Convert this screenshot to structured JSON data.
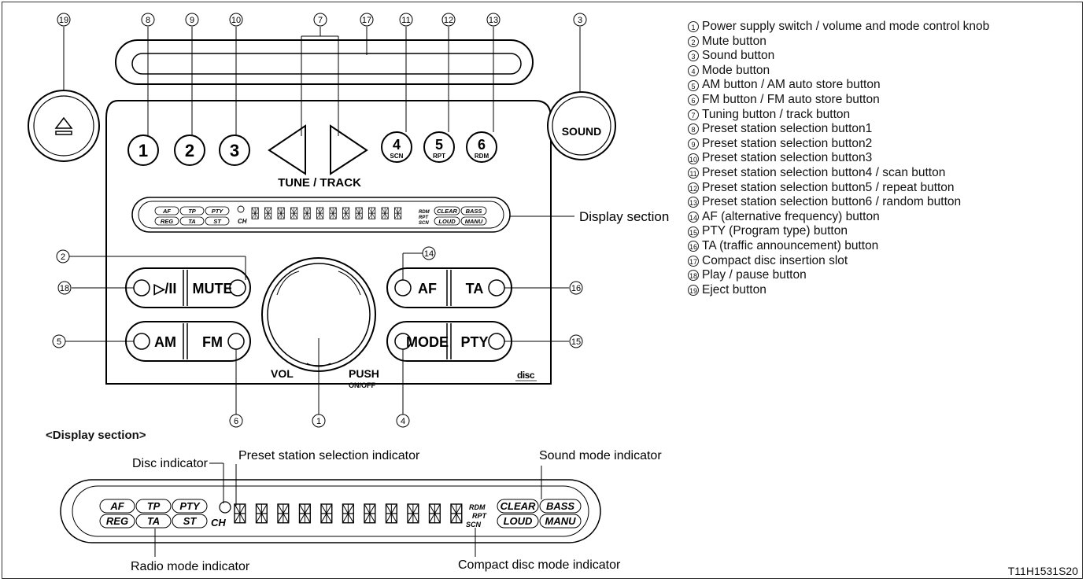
{
  "diagram": {
    "callout_numbers": [
      "19",
      "8",
      "9",
      "10",
      "7",
      "17",
      "11",
      "12",
      "13",
      "3",
      "2",
      "18",
      "14",
      "16",
      "5",
      "15",
      "6",
      "1",
      "4"
    ],
    "buttons": {
      "preset_1": "1",
      "preset_2": "2",
      "preset_3": "3",
      "preset_4": "4",
      "preset_4_sub": "SCN",
      "preset_5": "5",
      "preset_5_sub": "RPT",
      "preset_6": "6",
      "preset_6_sub": "RDM",
      "sound": "SOUND",
      "mute": "MUTE",
      "play_pause": "▷/II",
      "am": "AM",
      "fm": "FM",
      "af": "AF",
      "ta": "TA",
      "mode": "MODE",
      "pty": "PTY",
      "eject": "⏏"
    },
    "tune_track": "TUNE / TRACK",
    "vol": "VOL",
    "push": "PUSH",
    "on_off": "ON/OFF",
    "display_section_label": "Display section",
    "cd_logo": "disc"
  },
  "display_detail": {
    "heading": "<Display section>",
    "labels": {
      "disc": "Disc indicator",
      "preset": "Preset station selection indicator",
      "sound_mode": "Sound mode indicator",
      "radio_mode": "Radio mode indicator",
      "cd_mode": "Compact disc mode indicator"
    },
    "indicators": {
      "af": "AF",
      "tp": "TP",
      "pty": "PTY",
      "reg": "REG",
      "ta": "TA",
      "st": "ST",
      "ch": "CH",
      "rdm": "RDM",
      "rpt": "RPT",
      "scn": "SCN",
      "clear": "CLEAR",
      "bass": "BASS",
      "loud": "LOUD",
      "manu": "MANU"
    }
  },
  "legend": [
    {
      "num": "1",
      "text": "Power supply switch / volume and mode control knob"
    },
    {
      "num": "2",
      "text": "Mute button"
    },
    {
      "num": "3",
      "text": "Sound button"
    },
    {
      "num": "4",
      "text": "Mode button"
    },
    {
      "num": "5",
      "text": "AM button / AM auto store button"
    },
    {
      "num": "6",
      "text": "FM button / FM auto store button"
    },
    {
      "num": "7",
      "text": "Tuning button / track button"
    },
    {
      "num": "8",
      "text": "Preset station selection button1"
    },
    {
      "num": "9",
      "text": "Preset station selection button2"
    },
    {
      "num": "10",
      "text": "Preset station selection button3"
    },
    {
      "num": "11",
      "text": "Preset station selection button4 / scan button"
    },
    {
      "num": "12",
      "text": "Preset station selection button5 / repeat button"
    },
    {
      "num": "13",
      "text": "Preset station selection button6 / random button"
    },
    {
      "num": "14",
      "text": "AF (alternative frequency) button"
    },
    {
      "num": "15",
      "text": "PTY (Program type) button"
    },
    {
      "num": "16",
      "text": "TA (traffic announcement) button"
    },
    {
      "num": "17",
      "text": "Compact disc insertion slot"
    },
    {
      "num": "18",
      "text": "Play / pause button"
    },
    {
      "num": "19",
      "text": "Eject button"
    }
  ],
  "figure_code": "T11H1531S20"
}
